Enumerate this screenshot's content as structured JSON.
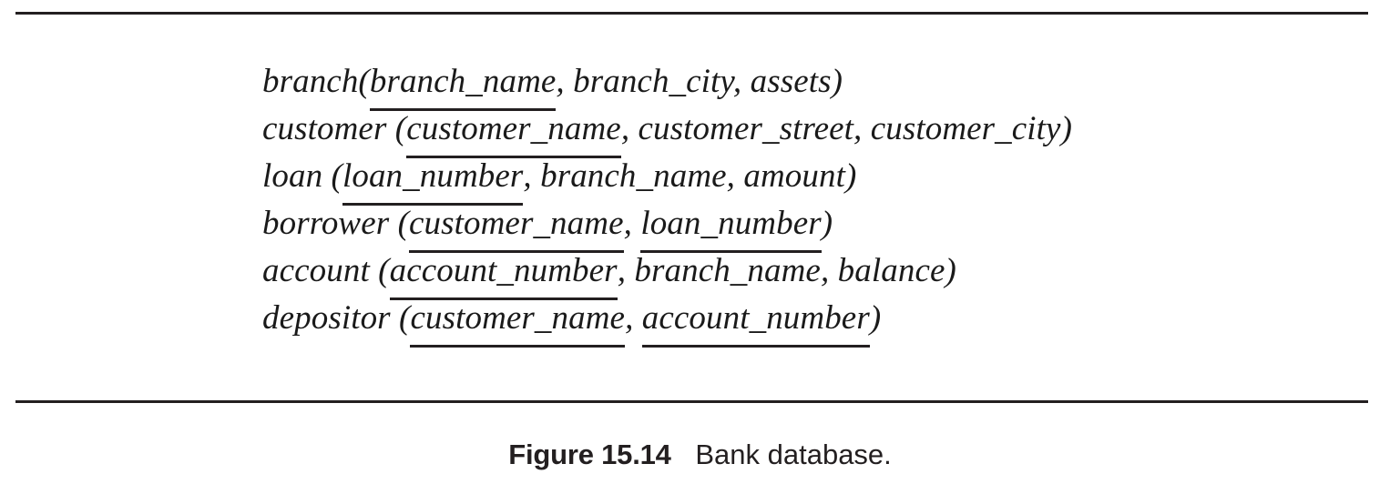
{
  "figure": {
    "caption_label": "Figure 15.14",
    "caption_title": "Bank database.",
    "rule_color": "#231f20",
    "text_color": "#1a1a1a",
    "background": "#ffffff"
  },
  "schema": {
    "relations": [
      {
        "name": "branch",
        "space_before_paren": false,
        "open": "(",
        "close": ")",
        "separator": ", ",
        "attributes": [
          {
            "name": "branch_name",
            "key": true
          },
          {
            "name": "branch_city",
            "key": false
          },
          {
            "name": "assets",
            "key": false
          }
        ]
      },
      {
        "name": "customer",
        "space_before_paren": true,
        "open": "(",
        "close": ")",
        "separator": ", ",
        "attributes": [
          {
            "name": "customer_name",
            "key": true
          },
          {
            "name": "customer_street",
            "key": false
          },
          {
            "name": "customer_city",
            "key": false
          }
        ]
      },
      {
        "name": "loan",
        "space_before_paren": true,
        "open": "(",
        "close": ")",
        "separator": ", ",
        "attributes": [
          {
            "name": "loan_number",
            "key": true
          },
          {
            "name": "branch_name",
            "key": false
          },
          {
            "name": "amount",
            "key": false
          }
        ]
      },
      {
        "name": "borrower",
        "space_before_paren": true,
        "open": "(",
        "close": ")",
        "separator": ", ",
        "attributes": [
          {
            "name": "customer_name",
            "key": true
          },
          {
            "name": "loan_number",
            "key": true
          }
        ]
      },
      {
        "name": "account",
        "space_before_paren": true,
        "open": "(",
        "close": ")",
        "separator": ", ",
        "attributes": [
          {
            "name": "account_number",
            "key": true
          },
          {
            "name": "branch_name",
            "key": false
          },
          {
            "name": "balance",
            "key": false
          }
        ]
      },
      {
        "name": "depositor",
        "space_before_paren": true,
        "open": "(",
        "close": ")",
        "separator": ", ",
        "attributes": [
          {
            "name": "customer_name",
            "key": true
          },
          {
            "name": "account_number",
            "key": true
          }
        ]
      }
    ]
  }
}
